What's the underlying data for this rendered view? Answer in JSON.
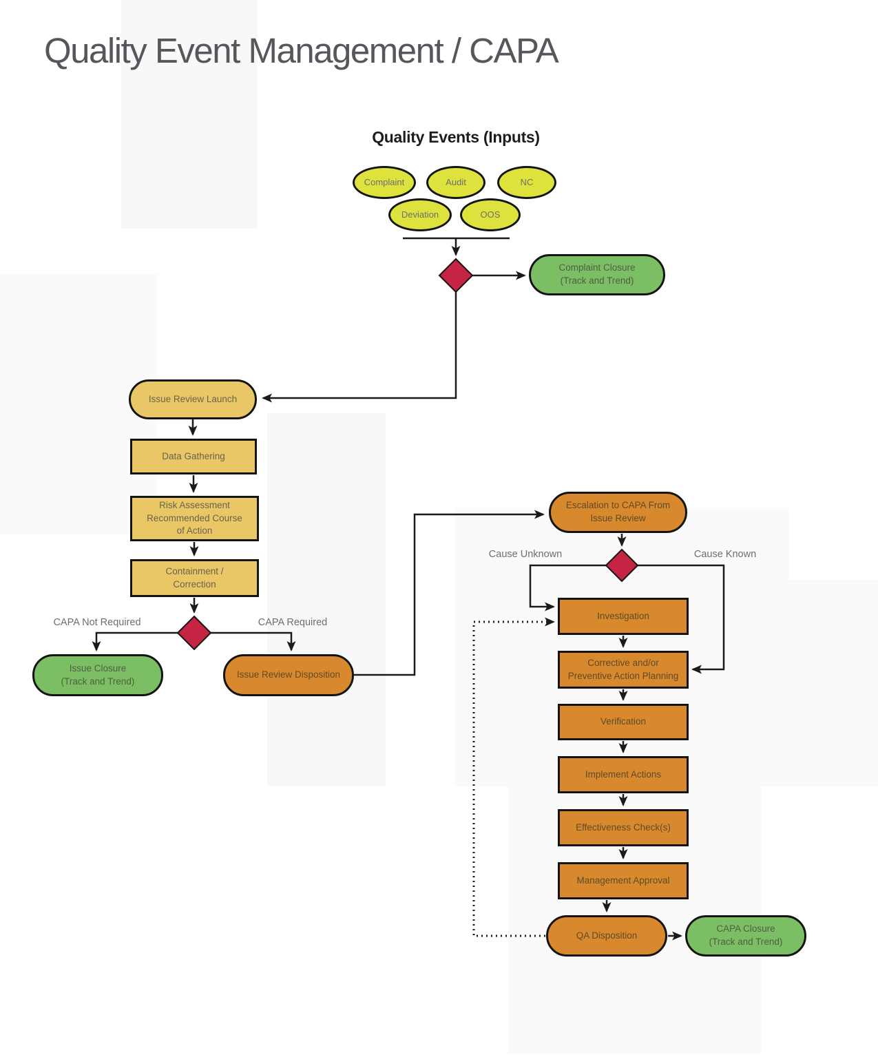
{
  "title": "Quality Event Management / CAPA",
  "inputs": {
    "heading": "Quality Events (Inputs)",
    "items": [
      "Complaint",
      "Audit",
      "NC",
      "Deviation",
      "OOS"
    ]
  },
  "nodes": {
    "complaint_closure": {
      "label": "Complaint Closure\n(Track and Trend)"
    },
    "issue_review_launch": {
      "label": "Issue Review Launch"
    },
    "data_gathering": {
      "label": "Data Gathering"
    },
    "risk_assessment": {
      "label": "Risk Assessment\nRecommended Course\nof Action"
    },
    "containment": {
      "label": "Containment /\nCorrection"
    },
    "issue_closure": {
      "label": "Issue Closure\n(Track and Trend)"
    },
    "issue_review_disposition": {
      "label": "Issue Review Disposition"
    },
    "escalation": {
      "label": "Escalation to CAPA From\nIssue Review"
    },
    "investigation": {
      "label": "Investigation"
    },
    "capa_planning": {
      "label": "Corrective and/or\nPreventive Action Planning"
    },
    "verification": {
      "label": "Verification"
    },
    "implement_actions": {
      "label": "Implement Actions"
    },
    "effectiveness": {
      "label": "Effectiveness Check(s)"
    },
    "management_approval": {
      "label": "Management Approval"
    },
    "qa_disposition": {
      "label": "QA Disposition"
    },
    "capa_closure": {
      "label": "CAPA Closure\n(Track and Trend)"
    }
  },
  "edge_labels": {
    "capa_not_required": "CAPA Not Required",
    "capa_required": "CAPA Required",
    "cause_unknown": "Cause Unknown",
    "cause_known": "Cause Known"
  },
  "colors": {
    "input_ellipse": "#dde23c",
    "stage_gold": "#e9c767",
    "capa_orange": "#d8892e",
    "closure_green": "#7cbe64",
    "decision_red": "#c52442",
    "line": "#1a1a1a"
  }
}
